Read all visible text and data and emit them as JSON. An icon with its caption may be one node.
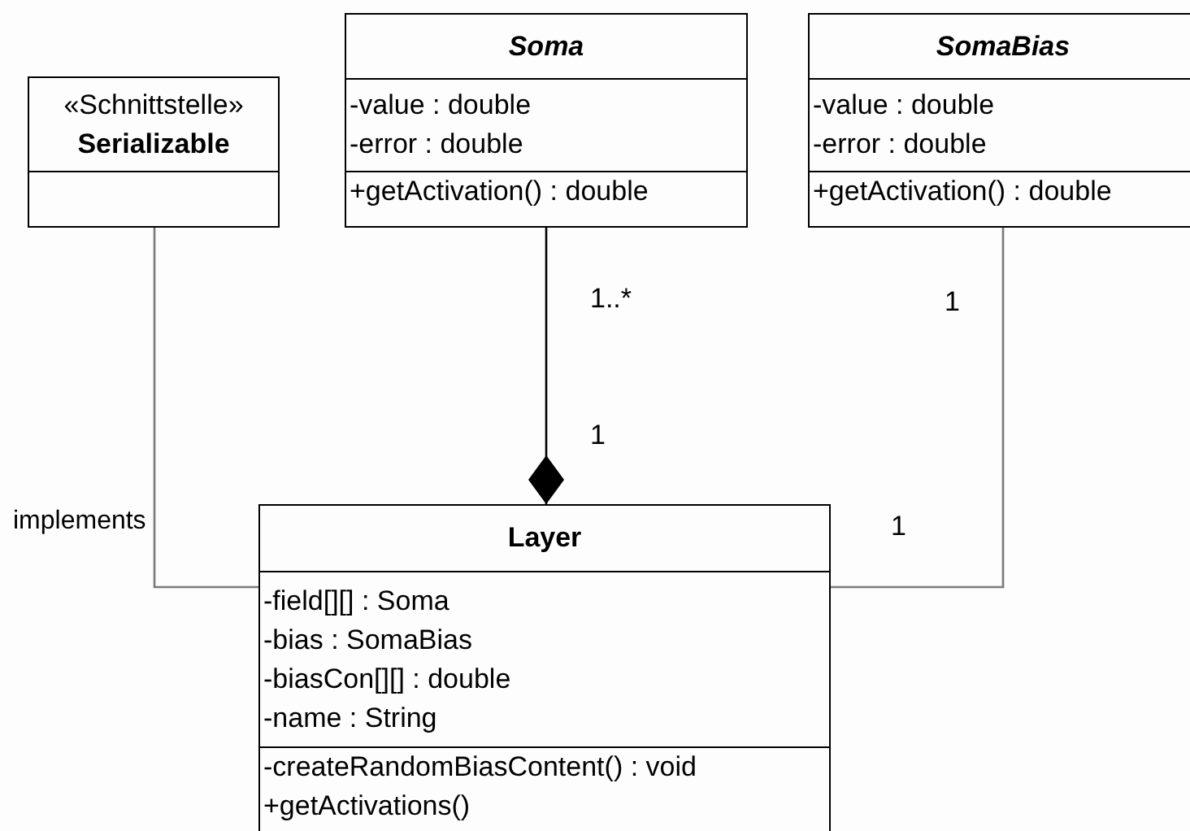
{
  "diagram": {
    "nodes": [
      {
        "text": [
          "«Schnittstelle»",
          "Serializable"
        ]
      },
      {
        "text": [
          "Soma",
          "-value : double",
          "-error : double",
          "+getActivation() : double"
        ]
      },
      {
        "text": [
          "SomaBias",
          "-value : double",
          "-error : double",
          "+getActivation() : double"
        ]
      },
      {
        "text": [
          "Layer",
          "-field[][] : Soma",
          "-bias : SomaBias",
          "-biasCon[][] : double",
          "-name : String",
          "-createRandomBiasContent() : void",
          "+getActivations()"
        ]
      }
    ],
    "edges": [
      {
        "from": 0,
        "to": 3,
        "arrow": "none",
        "label": "implements"
      },
      {
        "from": 1,
        "to": 3,
        "arrow": "other",
        "color": "#000000"
      },
      {
        "from": 2,
        "to": 3,
        "arrow": "none"
      }
    ],
    "labels": [
      "1..*",
      "1",
      "1",
      "1"
    ]
  }
}
